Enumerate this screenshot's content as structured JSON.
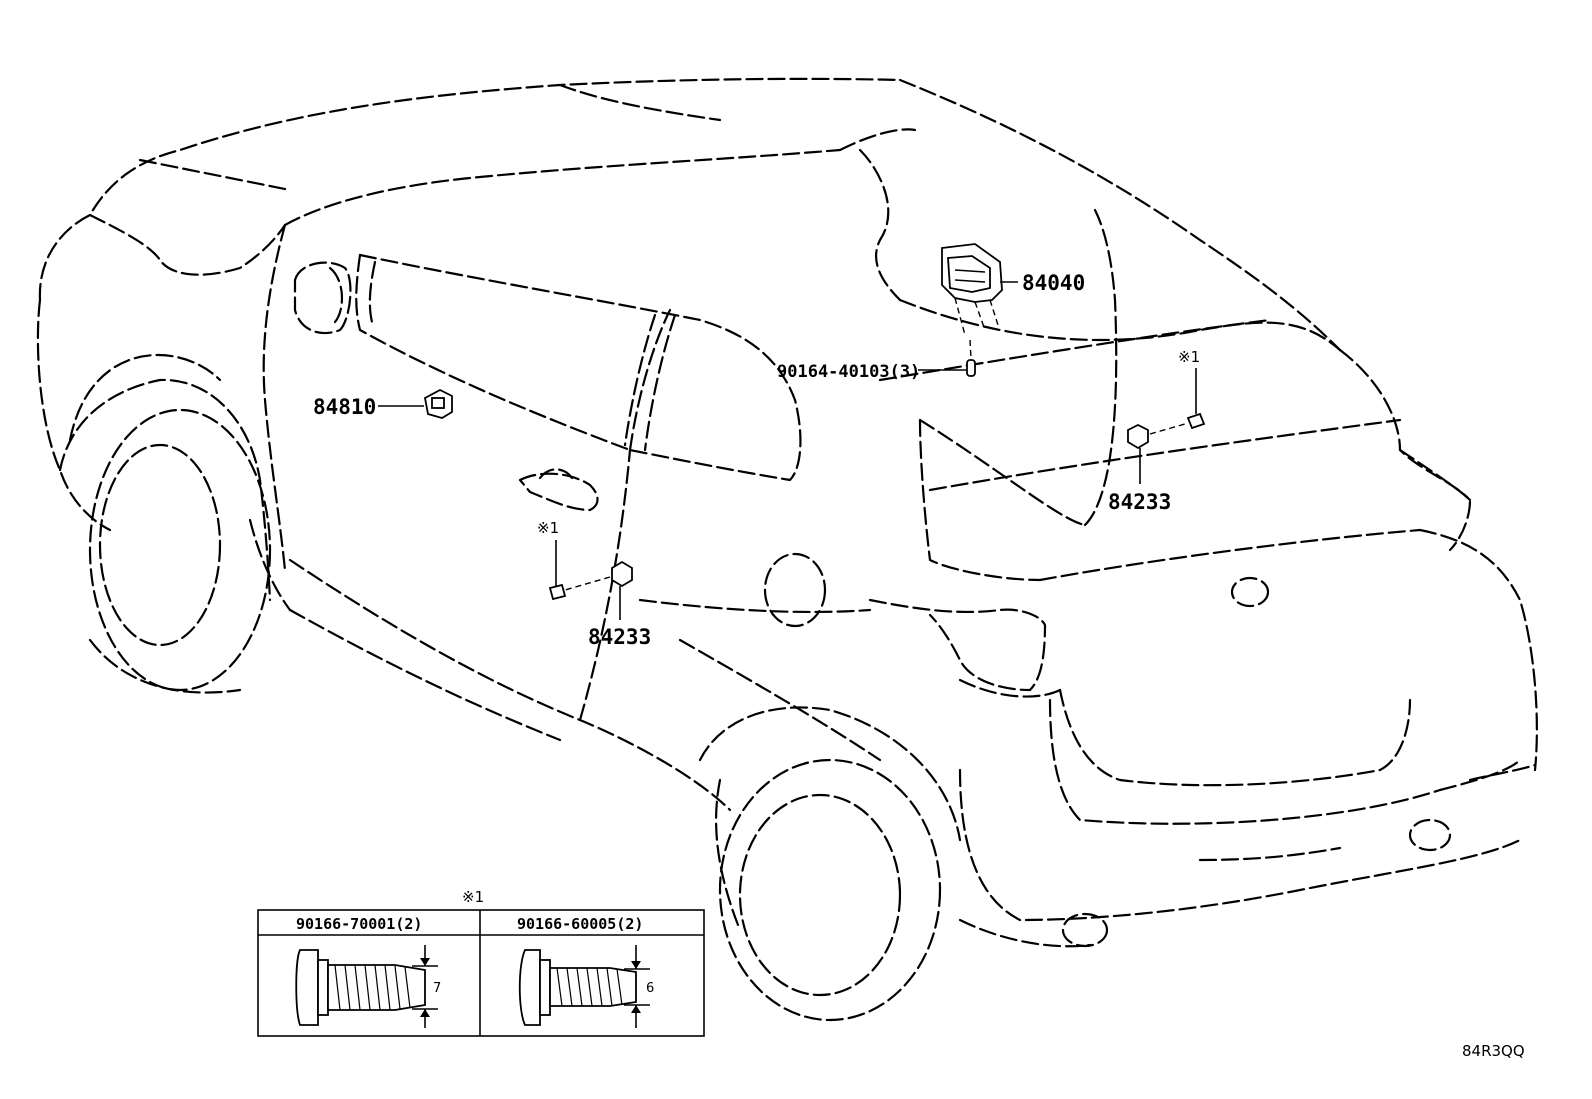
{
  "callouts": {
    "horn_sensor": "84040",
    "screw_90164": "90164-40103(3)",
    "front_switch": "84810",
    "switch_right": "84233",
    "switch_left": "84233",
    "mark_right": "※1",
    "mark_left": "※1"
  },
  "fastener_table": {
    "mark": "※1",
    "columns": [
      {
        "part": "90166-70001(2)",
        "dimension": "7"
      },
      {
        "part": "90166-60005(2)",
        "dimension": "6"
      }
    ]
  },
  "diagram_code": "84R3QQ"
}
